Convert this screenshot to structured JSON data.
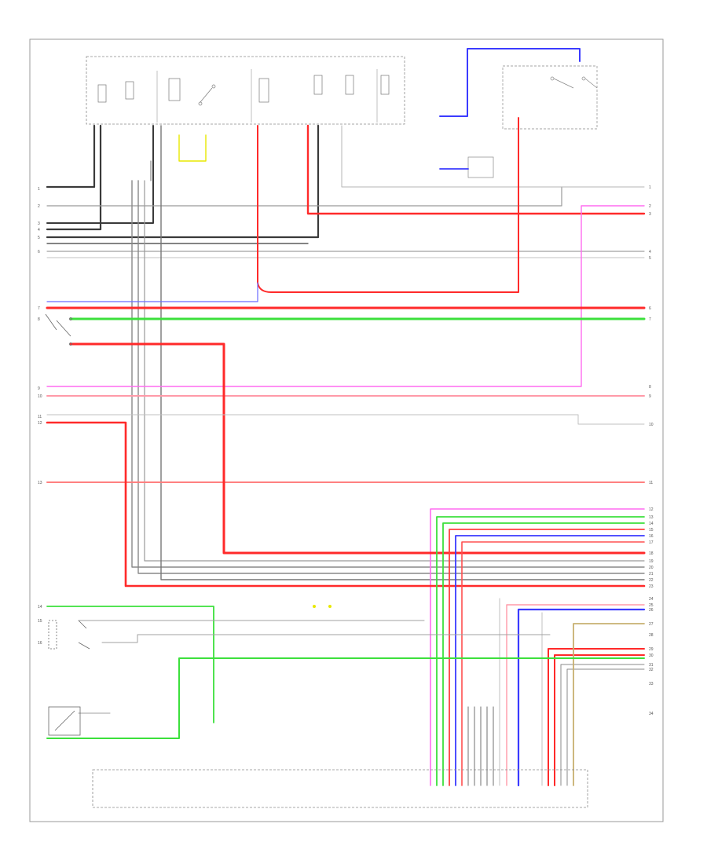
{
  "page_label": "",
  "colors": {
    "black": "#3a3a3a",
    "gray": "#8c8c8c",
    "light_gray": "#b8b8b8",
    "red": "#ff2a2a",
    "pink": "#ff9aa8",
    "magenta": "#ff6cf0",
    "green": "#3ce03c",
    "blue": "#3b3bff",
    "yellow": "#e8e800",
    "tan": "#c8b070"
  },
  "components": {
    "fuse_box_top": "",
    "headlight_switch_left": "",
    "lock_sensor_left": "",
    "tilt_switch_left": "",
    "electronic_control_bottom_center": "",
    "control_module_bottom_right": "",
    "sensor_top_center": ""
  },
  "left_pins": [
    "1",
    "2",
    "3",
    "4",
    "5",
    "6",
    "7",
    "8",
    "9",
    "10",
    "11",
    "12",
    "13",
    "14",
    "15",
    "16"
  ],
  "right_pins": [
    "1",
    "2",
    "3",
    "4",
    "5",
    "6",
    "7",
    "8",
    "9",
    "10",
    "11",
    "12",
    "13",
    "14",
    "15",
    "16",
    "17",
    "18",
    "19",
    "20",
    "21",
    "22",
    "23",
    "24",
    "25",
    "26",
    "27",
    "28",
    "29",
    "30",
    "31",
    "32",
    "33",
    "34"
  ]
}
